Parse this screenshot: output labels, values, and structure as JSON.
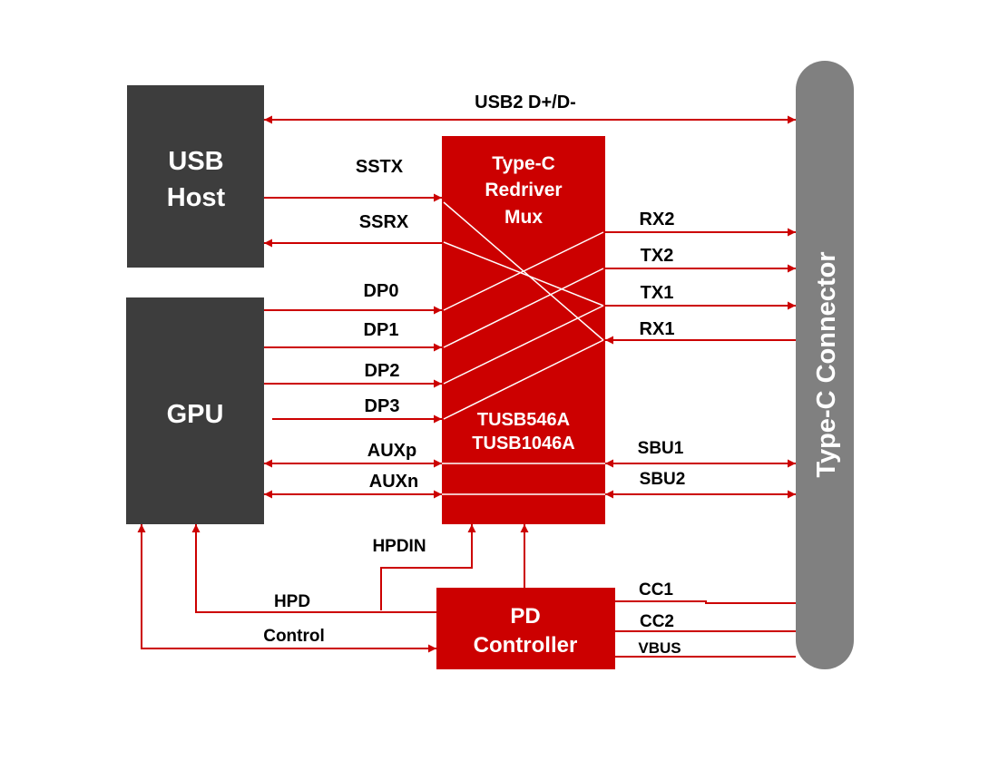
{
  "colors": {
    "accent": "#cc0000",
    "block_dark": "#3d3d3d",
    "connector": "#808080",
    "text": "#000000",
    "inner_line": "#ffffff"
  },
  "blocks": {
    "usb_host": [
      "USB",
      "Host"
    ],
    "gpu": "GPU",
    "mux_title": [
      "Type-C",
      "Redriver",
      "Mux"
    ],
    "mux_parts": [
      "TUSB546A",
      "TUSB1046A"
    ],
    "pd_controller": [
      "PD",
      "Controller"
    ],
    "connector": "Type-C Connector"
  },
  "signals": {
    "usb2": "USB2 D+/D-",
    "sstx": "SSTX",
    "ssrx": "SSRX",
    "dp0": "DP0",
    "dp1": "DP1",
    "dp2": "DP2",
    "dp3": "DP3",
    "auxp": "AUXp",
    "auxn": "AUXn",
    "rx2": "RX2",
    "tx2": "TX2",
    "tx1": "TX1",
    "rx1": "RX1",
    "sbu1": "SBU1",
    "sbu2": "SBU2",
    "hpdin": "HPDIN",
    "hpd": "HPD",
    "control": "Control",
    "cc1": "CC1",
    "cc2": "CC2",
    "vbus": "VBUS"
  }
}
